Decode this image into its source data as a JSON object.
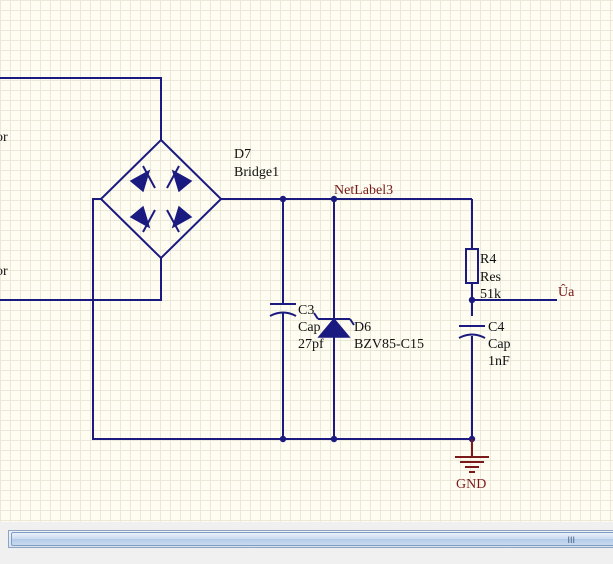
{
  "components": {
    "bridge": {
      "designator": "D7",
      "comment": "Bridge1"
    },
    "c3": {
      "designator": "C3",
      "comment": "Cap",
      "value": "27pf"
    },
    "d6": {
      "designator": "D6",
      "comment": "BZV85-C15"
    },
    "r4": {
      "designator": "R4",
      "comment": "Res",
      "value": "51k"
    },
    "c4": {
      "designator": "C4",
      "comment": "Cap",
      "value": "1nF"
    }
  },
  "nets": {
    "netlabel3": "NetLabel3",
    "ua": "Ûa",
    "gnd": "GND"
  },
  "cropped_labels": {
    "upper": "or",
    "lower": "or"
  },
  "colors": {
    "wire": "#1a1a80",
    "power": "#7a1a1a",
    "sheet": "#fffdf2",
    "grid": "#ece8d9"
  },
  "scrollbar": {
    "grip": "III"
  }
}
